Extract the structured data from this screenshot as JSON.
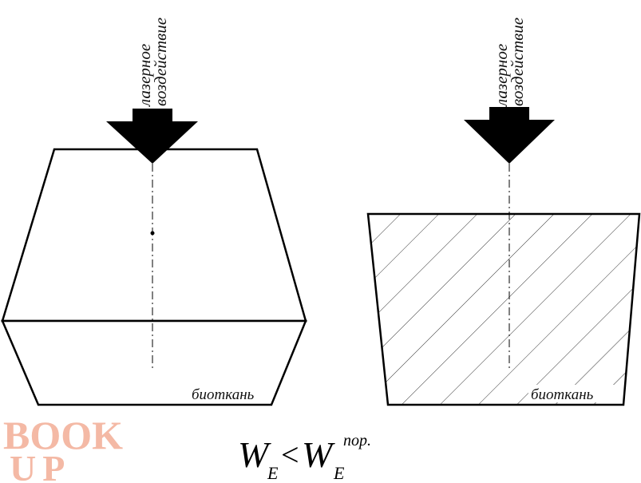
{
  "left_panel": {
    "label_line1": "лазерное",
    "label_line2": "воздействие",
    "tissue_label": "биоткань"
  },
  "right_panel": {
    "label_line1": "лазерное",
    "label_line2": "воздействие",
    "tissue_label": "биоткань"
  },
  "formula": {
    "lhs": "W",
    "lhs_sub": "E",
    "operator": "<",
    "rhs": "W",
    "rhs_sub": "E",
    "rhs_sup": "пор."
  },
  "watermark": {
    "line1": "BOOK",
    "line2": "UP"
  }
}
